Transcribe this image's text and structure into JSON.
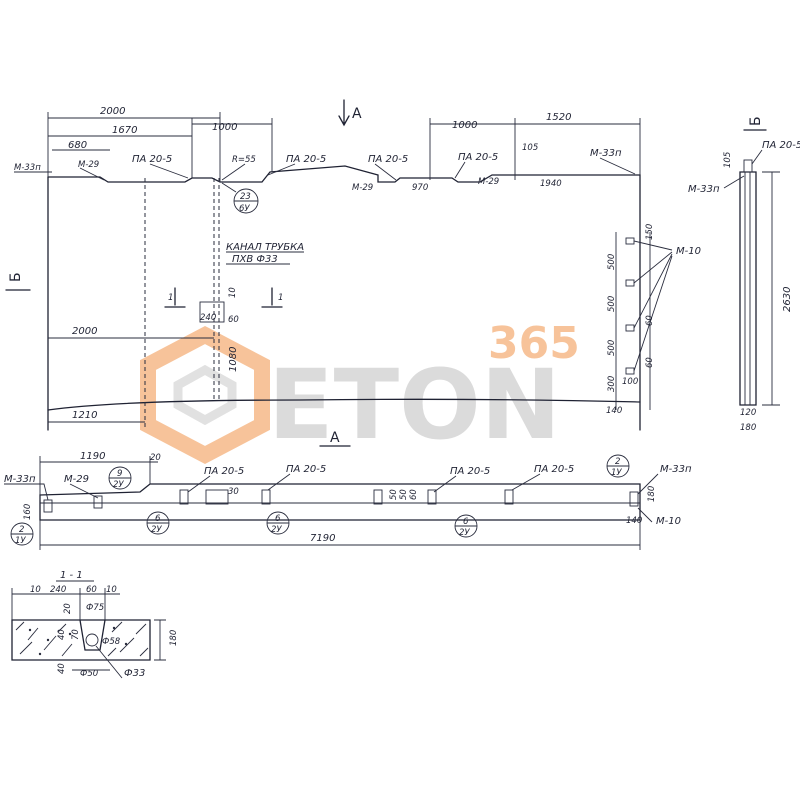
{
  "colors": {
    "ink": "#1f2233",
    "watermark_orange": "#f5b079",
    "watermark_gray": "#c9c9c9"
  },
  "watermark": {
    "number": "365",
    "word": "ETON",
    "icon": "hexagon-logo-icon"
  },
  "elevation": {
    "dims_top": [
      "2000",
      "1670",
      "1000",
      "680",
      "1000",
      "1520",
      "105"
    ],
    "marks": [
      "M-33п",
      "M-29",
      "ПА 20-5",
      "R=55",
      "ПА 20-5",
      "ПА 20-5",
      "ПА 20-5",
      "M-33п",
      "M-29",
      "M-29",
      "970",
      "1940"
    ],
    "callout": {
      "top": "23",
      "bottom": "6У"
    },
    "channel_label": [
      "КАНАЛ ТРУБКА",
      "ПХВ Ф33"
    ],
    "dims_mid": [
      "10",
      "240",
      "60",
      "2000",
      "1080",
      "1210"
    ],
    "section_marks": [
      "1",
      "1"
    ],
    "view_A": "A",
    "view_B_left": "Б",
    "right_dims": [
      "150",
      "500",
      "500",
      "500",
      "60",
      "300",
      "100",
      "60",
      "140"
    ],
    "m10": "M-10"
  },
  "side_view": {
    "label": "Б",
    "mark_top": "ПА 20-5",
    "mark_left": "M-33п",
    "dims": [
      "105",
      "2630",
      "120",
      "180"
    ]
  },
  "plan": {
    "label": "A",
    "dims": [
      "1190",
      "20",
      "7190",
      "160",
      "180",
      "140"
    ],
    "marks": [
      "M-33п",
      "M-29",
      "ПА 20-5",
      "ПА 20-5",
      "ПА 20-5",
      "ПА 20-5",
      "M-33п",
      "M-10"
    ],
    "small_dims": [
      "30",
      "50",
      "50",
      "60"
    ],
    "callouts": [
      {
        "top": "9",
        "bottom": "2У"
      },
      {
        "top": "6",
        "bottom": "2У"
      },
      {
        "top": "6",
        "bottom": "2У"
      },
      {
        "top": "6",
        "bottom": "2У"
      },
      {
        "top": "2",
        "bottom": "1У"
      },
      {
        "top": "2",
        "bottom": "1У"
      }
    ]
  },
  "section": {
    "title": "1 - 1",
    "dims": [
      "10",
      "240",
      "60",
      "10",
      "20",
      "Ф75",
      "40",
      "70",
      "180",
      "Ф58",
      "40",
      "Ф50",
      "Ф33"
    ]
  }
}
